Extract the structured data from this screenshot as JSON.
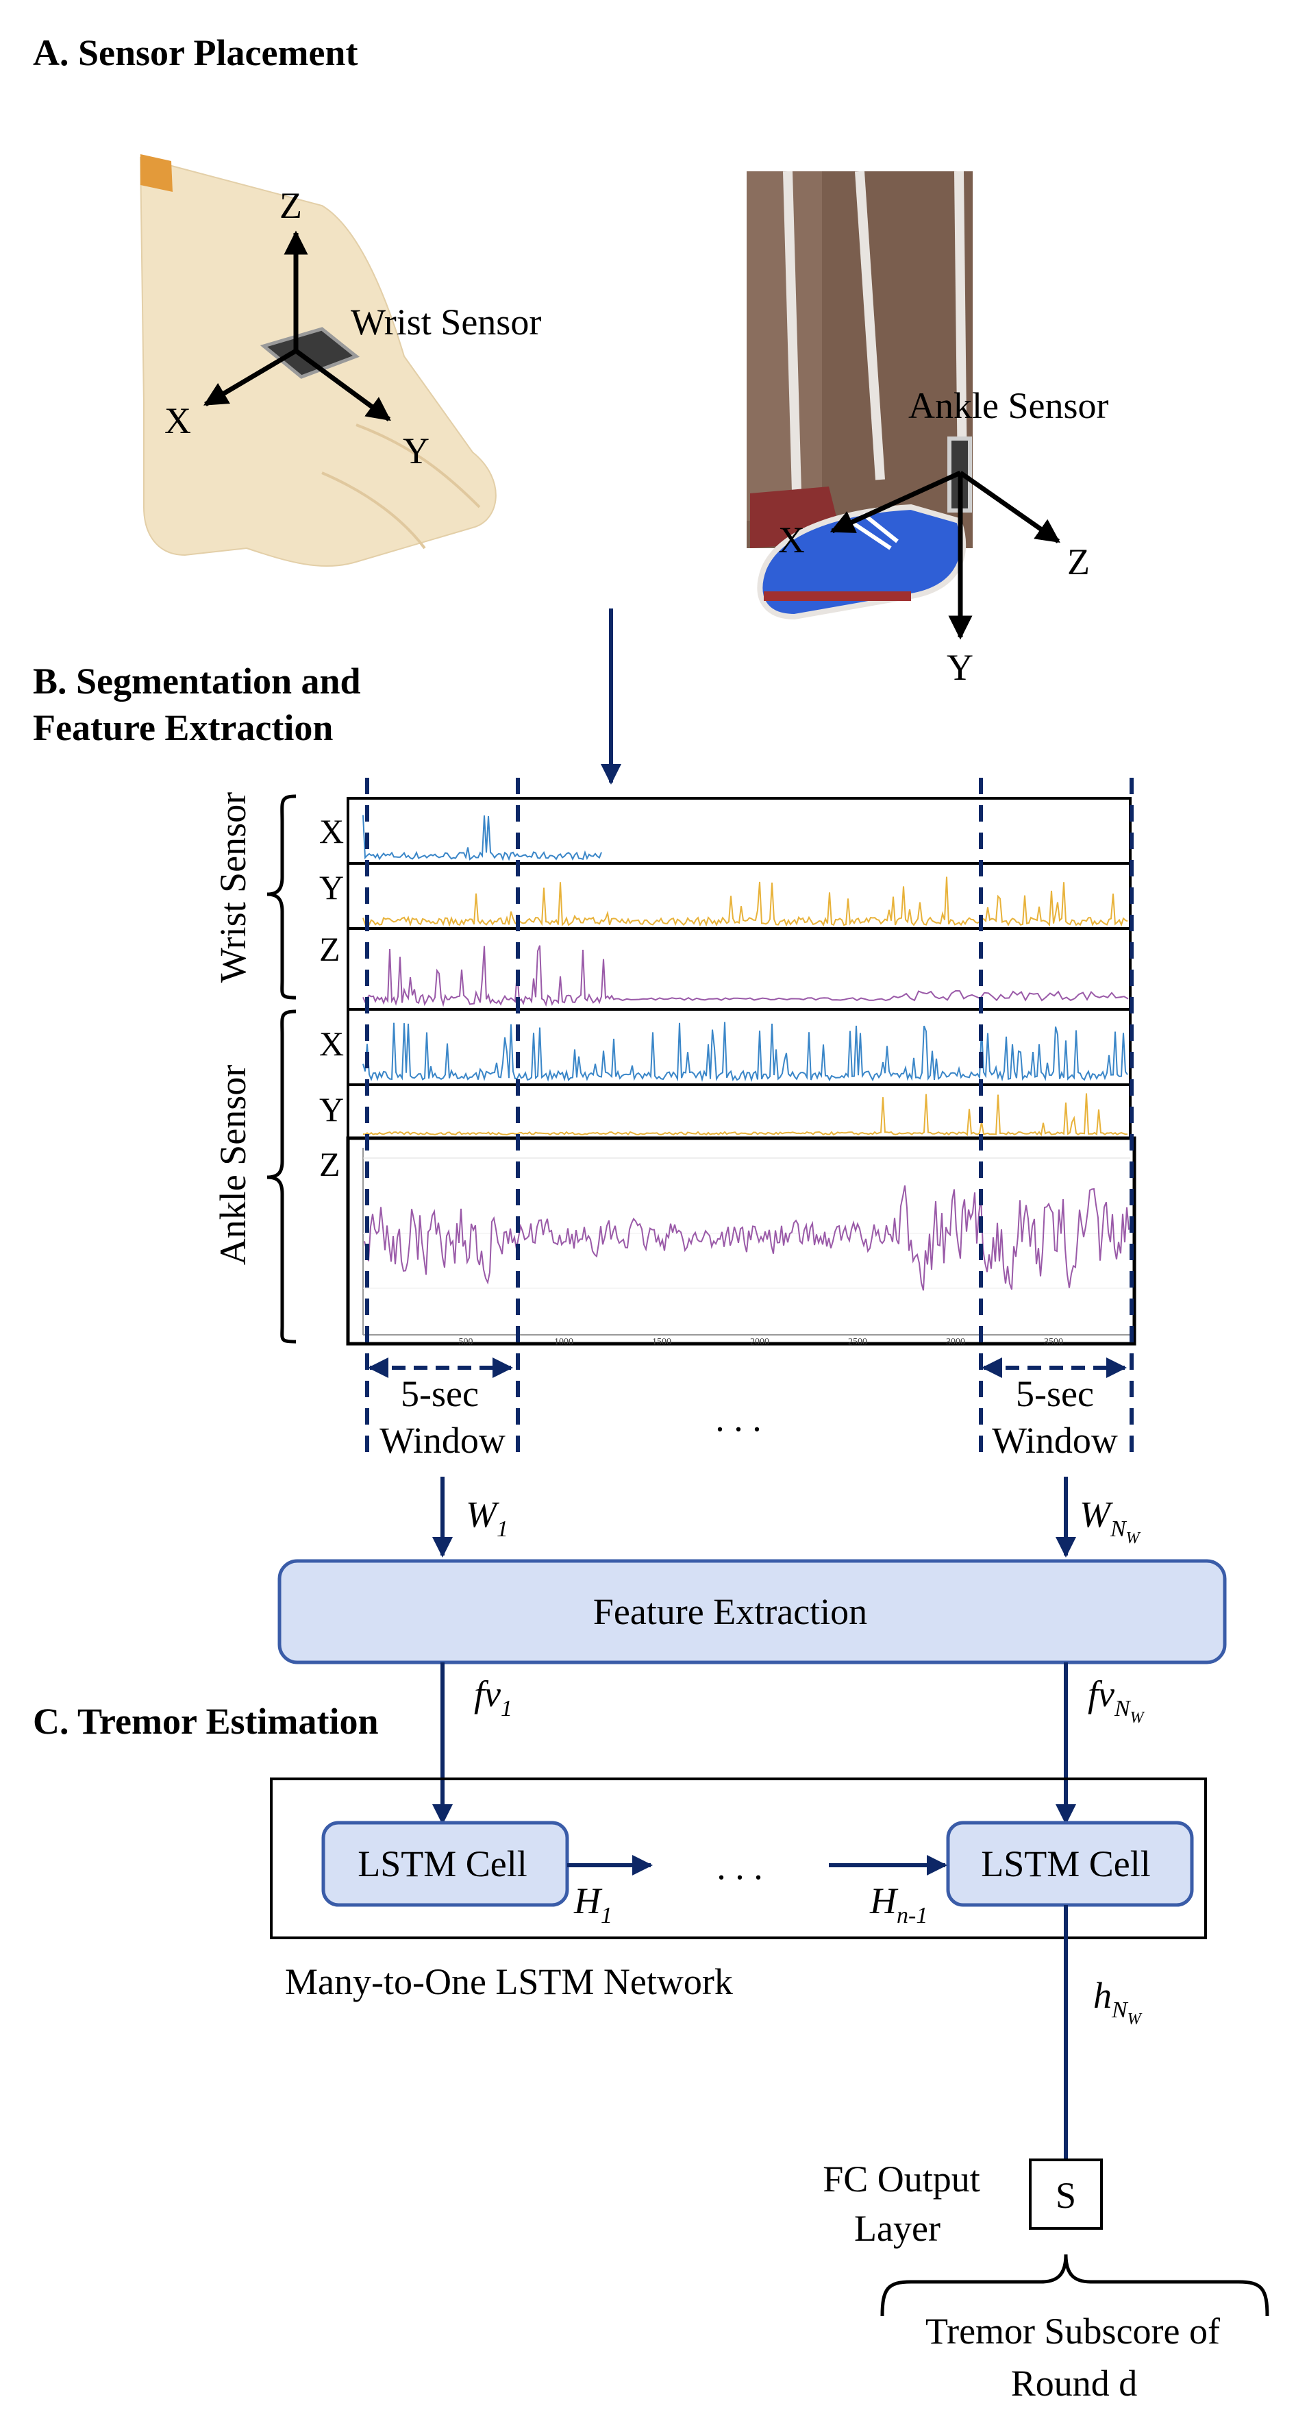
{
  "sections": {
    "a": "A. Sensor Placement",
    "b1": "B. Segmentation and",
    "b2": "Feature Extraction",
    "c": "C. Tremor Estimation"
  },
  "sensors": {
    "wrist_label": "Wrist Sensor",
    "ankle_label": "Ankle Sensor",
    "axis_x": "X",
    "axis_y": "Y",
    "axis_z": "Z"
  },
  "plots": {
    "wrist_group": "Wrist Sensor",
    "ankle_group": "Ankle Sensor",
    "x_ticks": [
      "500",
      "1000",
      "1500",
      "2000",
      "2500",
      "3000",
      "3500"
    ],
    "window_line1": "5-sec",
    "window_line2": "Window",
    "ellipsis": ". . ."
  },
  "window_labels": {
    "w1": "W",
    "w1_sub": "1",
    "wn": "W",
    "wn_sub": "N",
    "wn_subsub": "W"
  },
  "feature_extraction": {
    "label": "Feature Extraction"
  },
  "feature_vectors": {
    "fv1": "fv",
    "fv1_sub": "1",
    "fvn": "fv",
    "fvn_sub": "N",
    "fvn_subsub": "W"
  },
  "lstm": {
    "cell1": "LSTM Cell",
    "cell2": "LSTM Cell",
    "h1": "H",
    "h1_sub": "1",
    "hn": "H",
    "hn_sub": "n-1",
    "ellipsis": ". . .",
    "network_label": "Many-to-One LSTM Network",
    "output_h": "h",
    "output_h_sub": "N",
    "output_h_subsub": "W"
  },
  "output": {
    "fc_line1": "FC Output",
    "fc_line2": "Layer",
    "s_label": "S",
    "subscore_line1": "Tremor Subscore of",
    "subscore_line2": "Round d"
  },
  "colors": {
    "navy": "#0d2766",
    "box_fill": "#d6e0f5",
    "box_stroke": "#3a5ca8",
    "blue": "#3a86c8",
    "orange": "#e8b23a",
    "purple": "#9a5aa8"
  }
}
